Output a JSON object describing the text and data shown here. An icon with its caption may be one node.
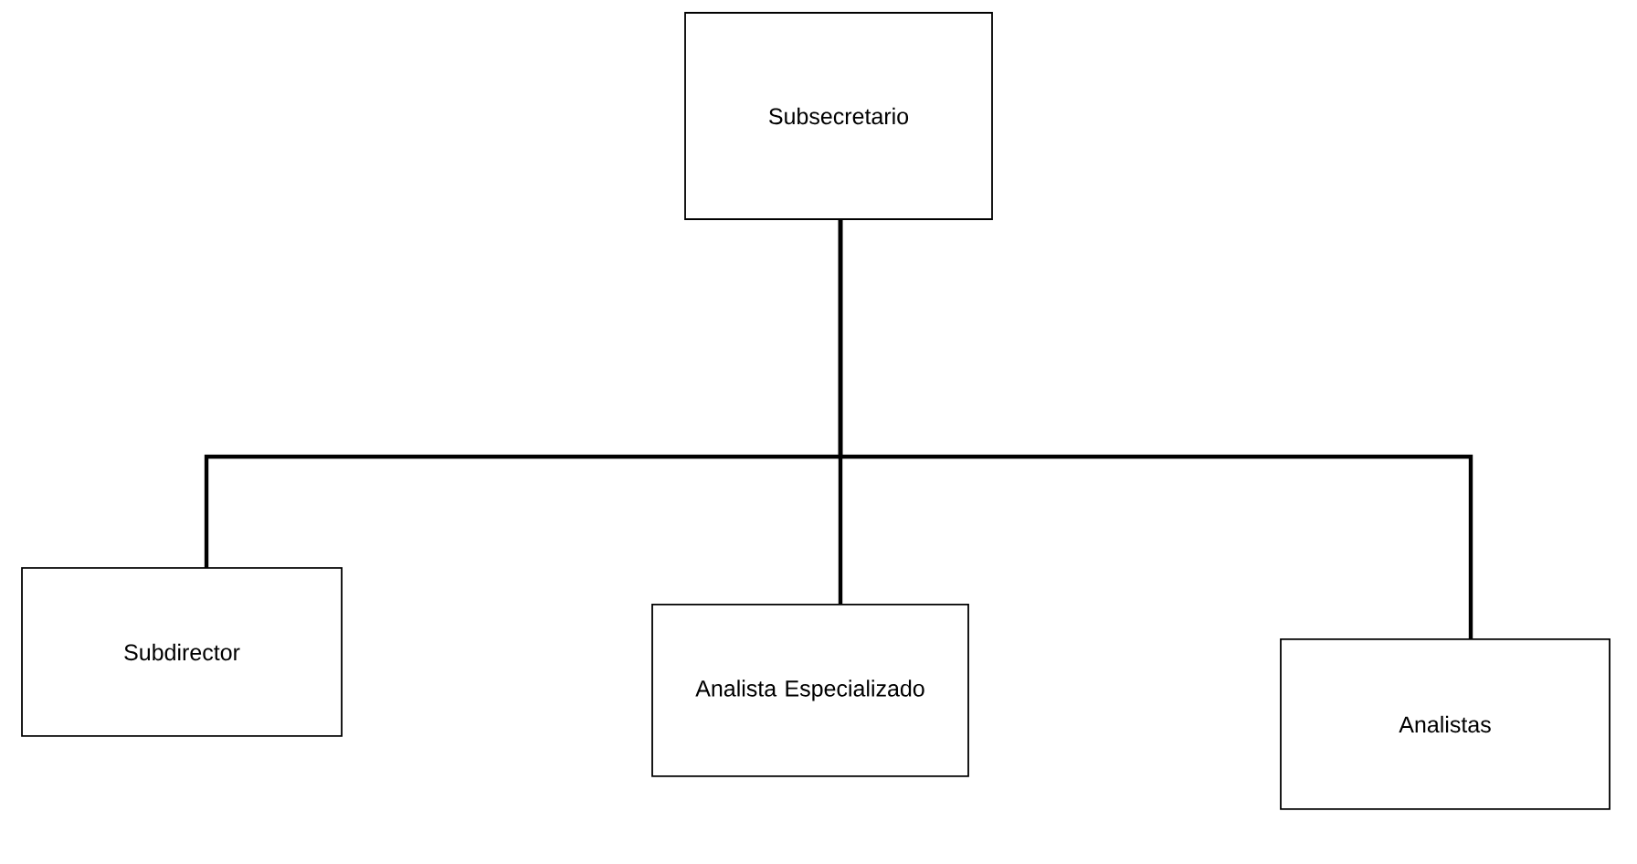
{
  "diagram": {
    "nodes": [
      {
        "text": [
          "Subsecretario"
        ]
      },
      {
        "text": [
          "Subdirector"
        ]
      },
      {
        "text": [
          "Analista Especializado"
        ]
      },
      {
        "text": [
          "Analistas"
        ]
      }
    ],
    "edges": [
      {
        "from": 0,
        "to": 1,
        "arrow": "none"
      },
      {
        "from": 0,
        "to": 2,
        "arrow": "none"
      },
      {
        "from": 0,
        "to": 3,
        "arrow": "none"
      }
    ]
  }
}
